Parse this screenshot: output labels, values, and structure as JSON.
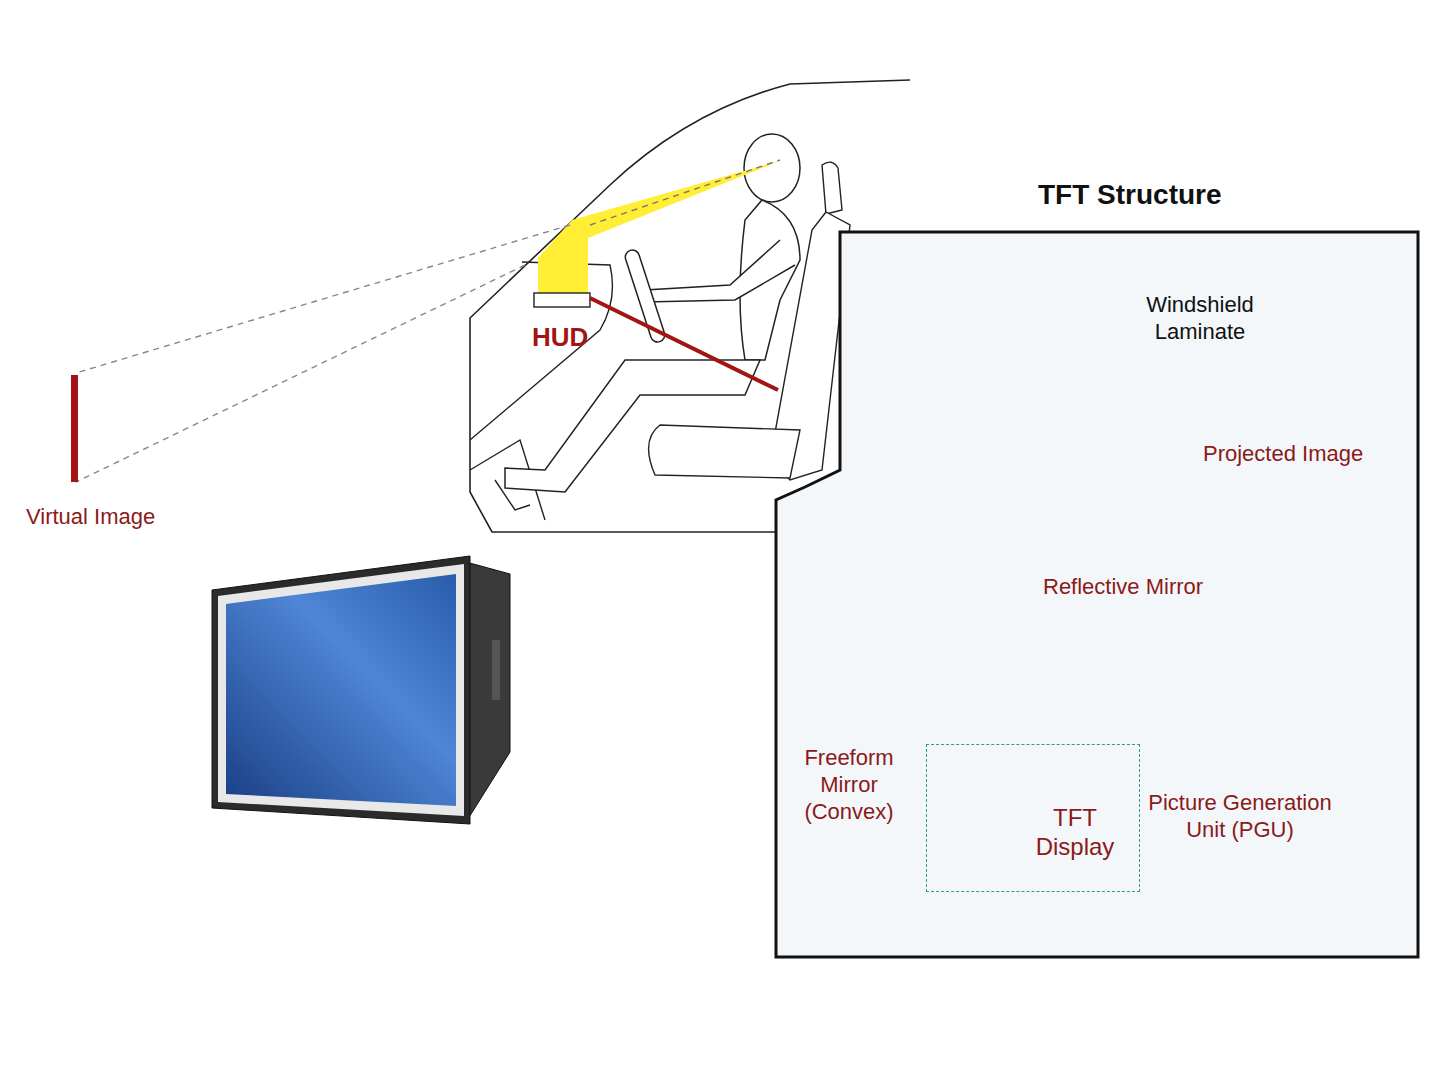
{
  "diagram": {
    "nodes": [
      {
        "text": [
          "TFT Structure"
        ]
      },
      {
        "text": [
          "TFT Display"
        ],
        "in": 0
      }
    ],
    "labels": [
      "HUD",
      "Virtual Image",
      "Windshield Laminate",
      "Projected Image",
      "Reflective Mirror",
      "Freeform Mirror (Convex)",
      "Picture Generation Unit (PGU)"
    ]
  }
}
